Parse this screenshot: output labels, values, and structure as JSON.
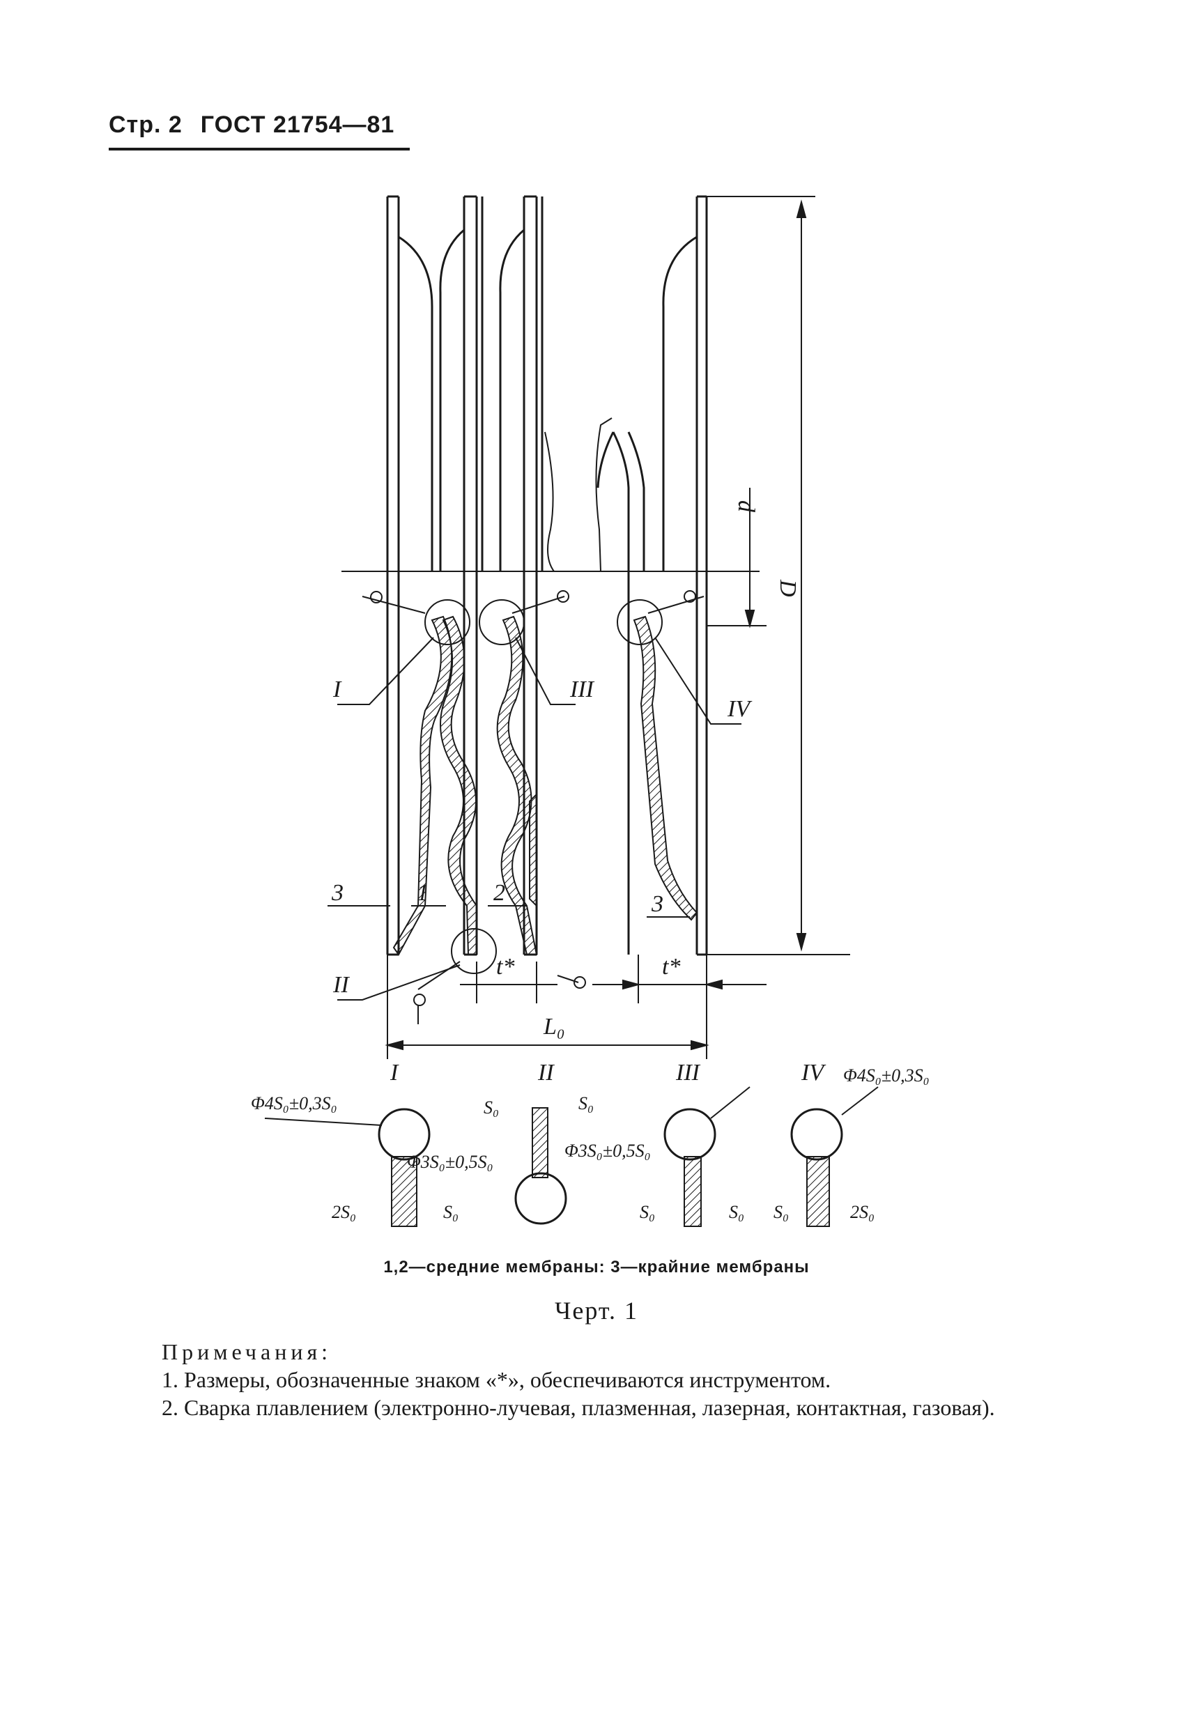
{
  "header": {
    "page": "Стр. 2",
    "standard": "ГОСТ 21754—81"
  },
  "drawing": {
    "position_labels": [
      "1",
      "2",
      "3"
    ],
    "callouts": [
      "I",
      "II",
      "III",
      "IV"
    ],
    "dims": {
      "d": "d",
      "D": "D",
      "t_star": "t*",
      "L0": "L₀"
    },
    "details": {
      "I": {
        "dia": "Φ4S₀±0,3S₀",
        "left": "2S₀",
        "right": "S₀"
      },
      "II": {
        "top_left": "S₀",
        "top_right": "S₀",
        "dia": "Φ3S₀±0,5S₀"
      },
      "III": {
        "dia": "Φ3S₀±0,5S₀",
        "left": "S₀",
        "right": "S₀"
      },
      "IV": {
        "dia": "Φ4S₀±0,3S₀",
        "left": "S₀",
        "right": "2S₀"
      }
    }
  },
  "caption": "1,2—средние мембраны: 3—крайние мембраны",
  "figure_label": "Черт. 1",
  "notes": {
    "title": "Примечания:",
    "items": [
      "1. Размеры, обозначенные знаком «*», обеспечиваются инструментом.",
      "2. Сварка плавлением (электронно-лучевая, плазменная, лазерная, контактная, газовая)."
    ]
  }
}
